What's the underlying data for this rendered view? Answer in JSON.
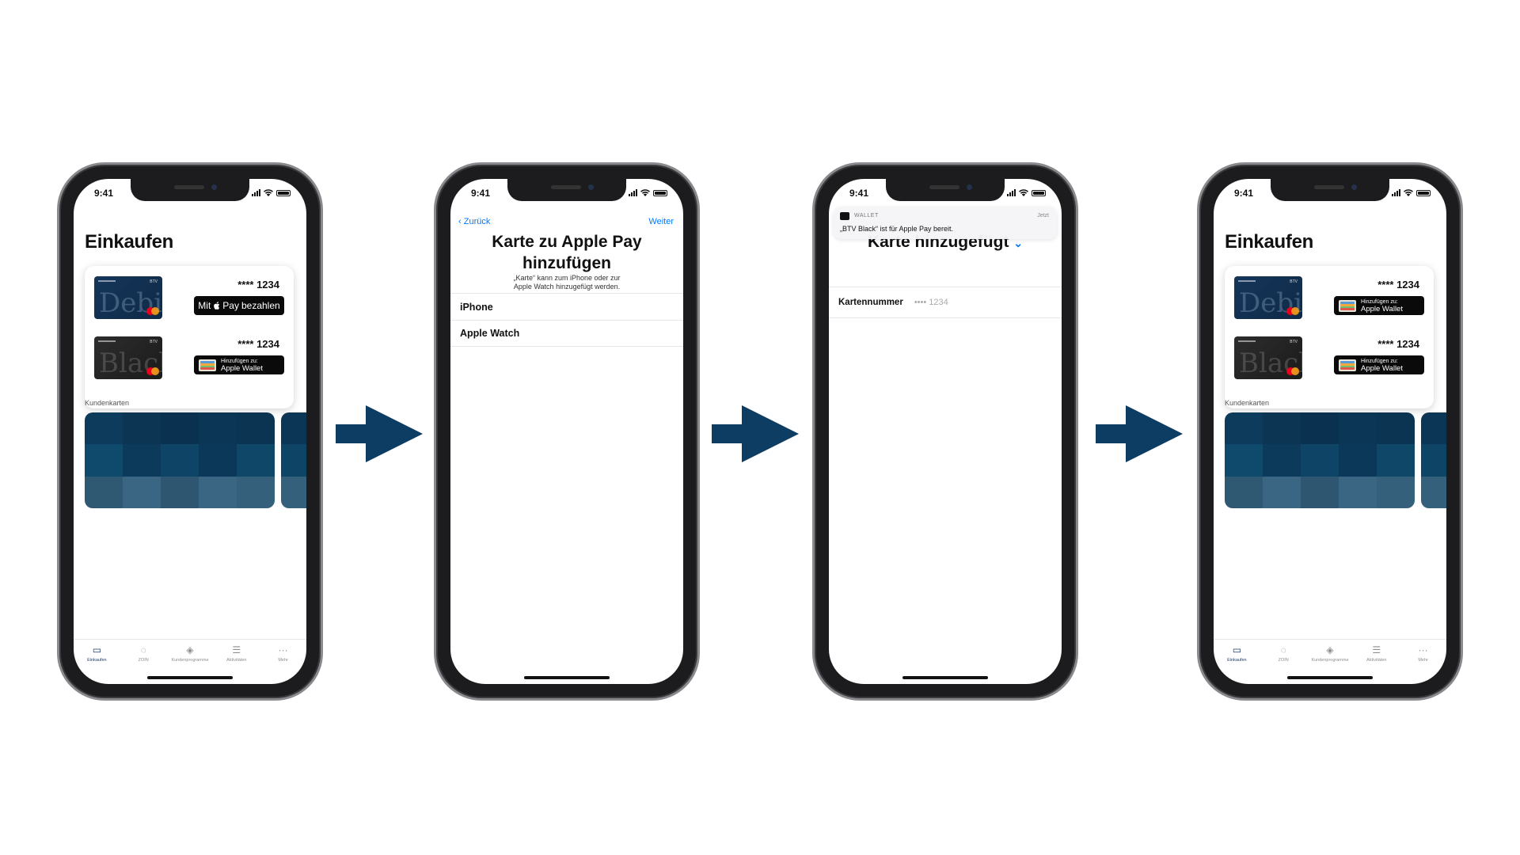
{
  "status": {
    "time": "9:41"
  },
  "screen1": {
    "title": "Einkaufen",
    "cards": [
      {
        "number": "**** 1234",
        "art_text": "Debi",
        "button": {
          "prefix": "Mit",
          "pay": "Pay",
          "suffix": "bezahlen"
        }
      },
      {
        "number": "**** 1234",
        "art_text": "Black",
        "button": {
          "small": "Hinzufügen zu:",
          "big": "Apple Wallet"
        }
      }
    ],
    "section_label": "Kundenkarten",
    "tabs": [
      "Einkaufen",
      "ZOIN",
      "Kundenprogramme",
      "Aktivitäten",
      "Mehr"
    ]
  },
  "screen2": {
    "back": "Zurück",
    "next": "Weiter",
    "title_line1": "Karte zu Apple Pay",
    "title_line2": "hinzufügen",
    "subtitle_line1": "„Karte“ kann zum iPhone oder zur",
    "subtitle_line2": "Apple Watch hinzugefügt werden.",
    "rows": [
      "iPhone",
      "Apple Watch"
    ]
  },
  "screen3": {
    "notification": {
      "app": "WALLET",
      "time": "Jetzt",
      "message": "„BTV Black“ ist für Apple Pay bereit."
    },
    "title": "Karte hinzugefügt",
    "row_label": "Kartennummer",
    "row_value": "•••• 1234"
  },
  "screen4": {
    "title": "Einkaufen",
    "cards": [
      {
        "number": "**** 1234",
        "art_text": "Debi",
        "button": {
          "small": "Hinzufügen zu:",
          "big": "Apple Wallet"
        }
      },
      {
        "number": "**** 1234",
        "art_text": "Black",
        "button": {
          "small": "Hinzufügen zu:",
          "big": "Apple Wallet"
        }
      }
    ],
    "section_label": "Kundenkarten",
    "tabs": [
      "Einkaufen",
      "ZOIN",
      "Kundenprogramme",
      "Aktivitäten",
      "Mehr"
    ]
  },
  "colors": {
    "accent": "#007aff",
    "arrow": "#0d3d62",
    "loyalty_card": "#0e4466",
    "tab_active": "#1d3d66"
  },
  "icons": [
    "card-icon",
    "zoin-icon",
    "tag-icon",
    "activity-icon",
    "more-icon",
    "chevron-left-icon",
    "chevron-down-icon",
    "apple-logo-icon",
    "wallet-icon",
    "mastercard-icon",
    "arrow-right-icon"
  ]
}
